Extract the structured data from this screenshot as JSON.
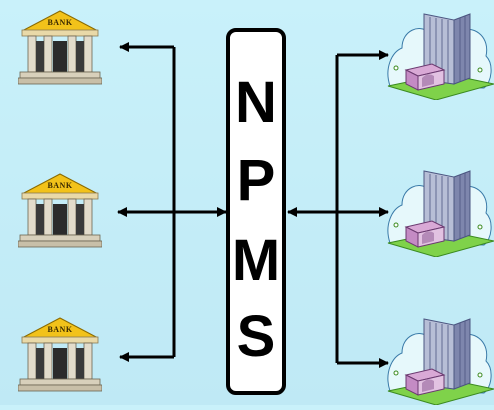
{
  "center": {
    "letters": [
      "N",
      "P",
      "M",
      "S"
    ]
  },
  "banks": [
    {
      "label": "BANK"
    },
    {
      "label": "BANK"
    },
    {
      "label": "BANK"
    }
  ]
}
